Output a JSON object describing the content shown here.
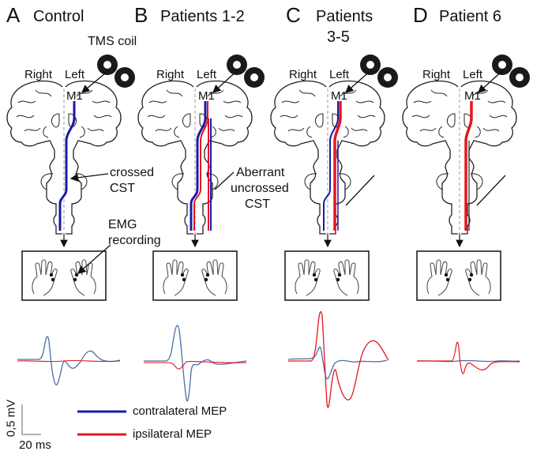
{
  "panels": [
    {
      "letter": "A",
      "title": "Control"
    },
    {
      "letter": "B",
      "title": "Patients 1-2"
    },
    {
      "letter": "C",
      "title": "Patients",
      "title2": "3-5"
    },
    {
      "letter": "D",
      "title": "Patient 6"
    }
  ],
  "labels": {
    "tms_coil": "TMS coil",
    "right": "Right",
    "left": "Left",
    "m1": "M1",
    "crossed_cst_1": "crossed",
    "crossed_cst_2": "CST",
    "aberrant_1": "Aberrant",
    "aberrant_2": "uncrossed",
    "aberrant_3": "CST",
    "emg_1": "EMG",
    "emg_2": "recording"
  },
  "legend": {
    "contralateral": "contralateral MEP",
    "ipsilateral": "ipsilateral MEP"
  },
  "scale": {
    "voltage": "0,5 mV",
    "time": "20 ms"
  },
  "colors": {
    "contralateral": "#1a1aa6",
    "ipsilateral": "#e8141c",
    "trace_blue": "#4a6fa5",
    "outline": "#222222"
  }
}
